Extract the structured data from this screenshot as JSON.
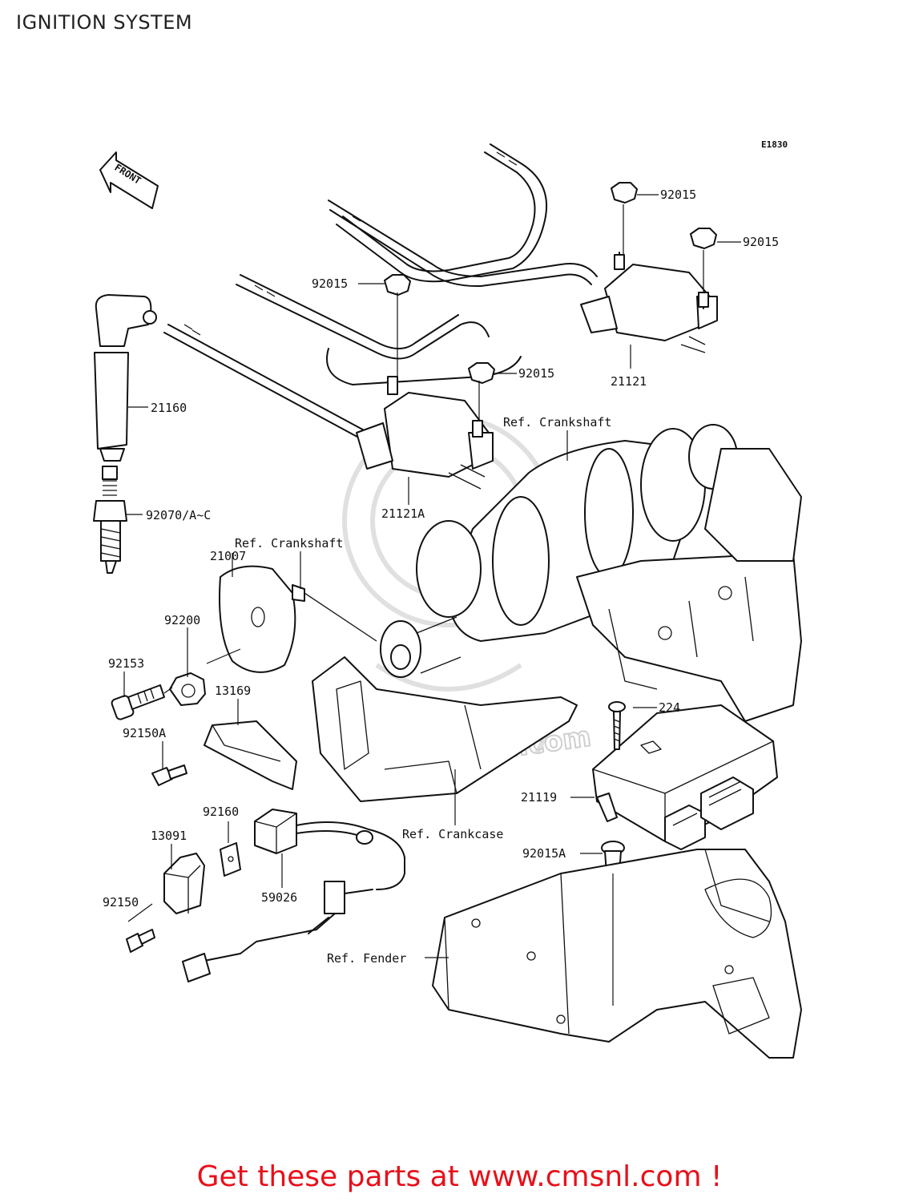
{
  "title": "IGNITION SYSTEM",
  "diagram_code": "E1830",
  "front_label": "FRONT",
  "footer": "Get these parts at www.cmsnl.com !",
  "watermark": "www.cmsnl.com",
  "parts": {
    "p92015_1": "92015",
    "p92015_2": "92015",
    "p92015_3": "92015",
    "p92015_4": "92015",
    "p21160": "21160",
    "p21121": "21121",
    "p21121A": "21121A",
    "p92070": "92070/A~C",
    "p21007": "21007",
    "p92200": "92200",
    "p92153": "92153",
    "p13169": "13169",
    "p92150A": "92150A",
    "p224": "224",
    "p21119": "21119",
    "p92160": "92160",
    "p13091": "13091",
    "p92015A": "92015A",
    "p59026": "59026",
    "p92150": "92150"
  },
  "refs": {
    "crankshaft_1": "Ref. Crankshaft",
    "crankshaft_2": "Ref. Crankshaft",
    "crankcase": "Ref. Crankcase",
    "fender": "Ref. Fender"
  }
}
